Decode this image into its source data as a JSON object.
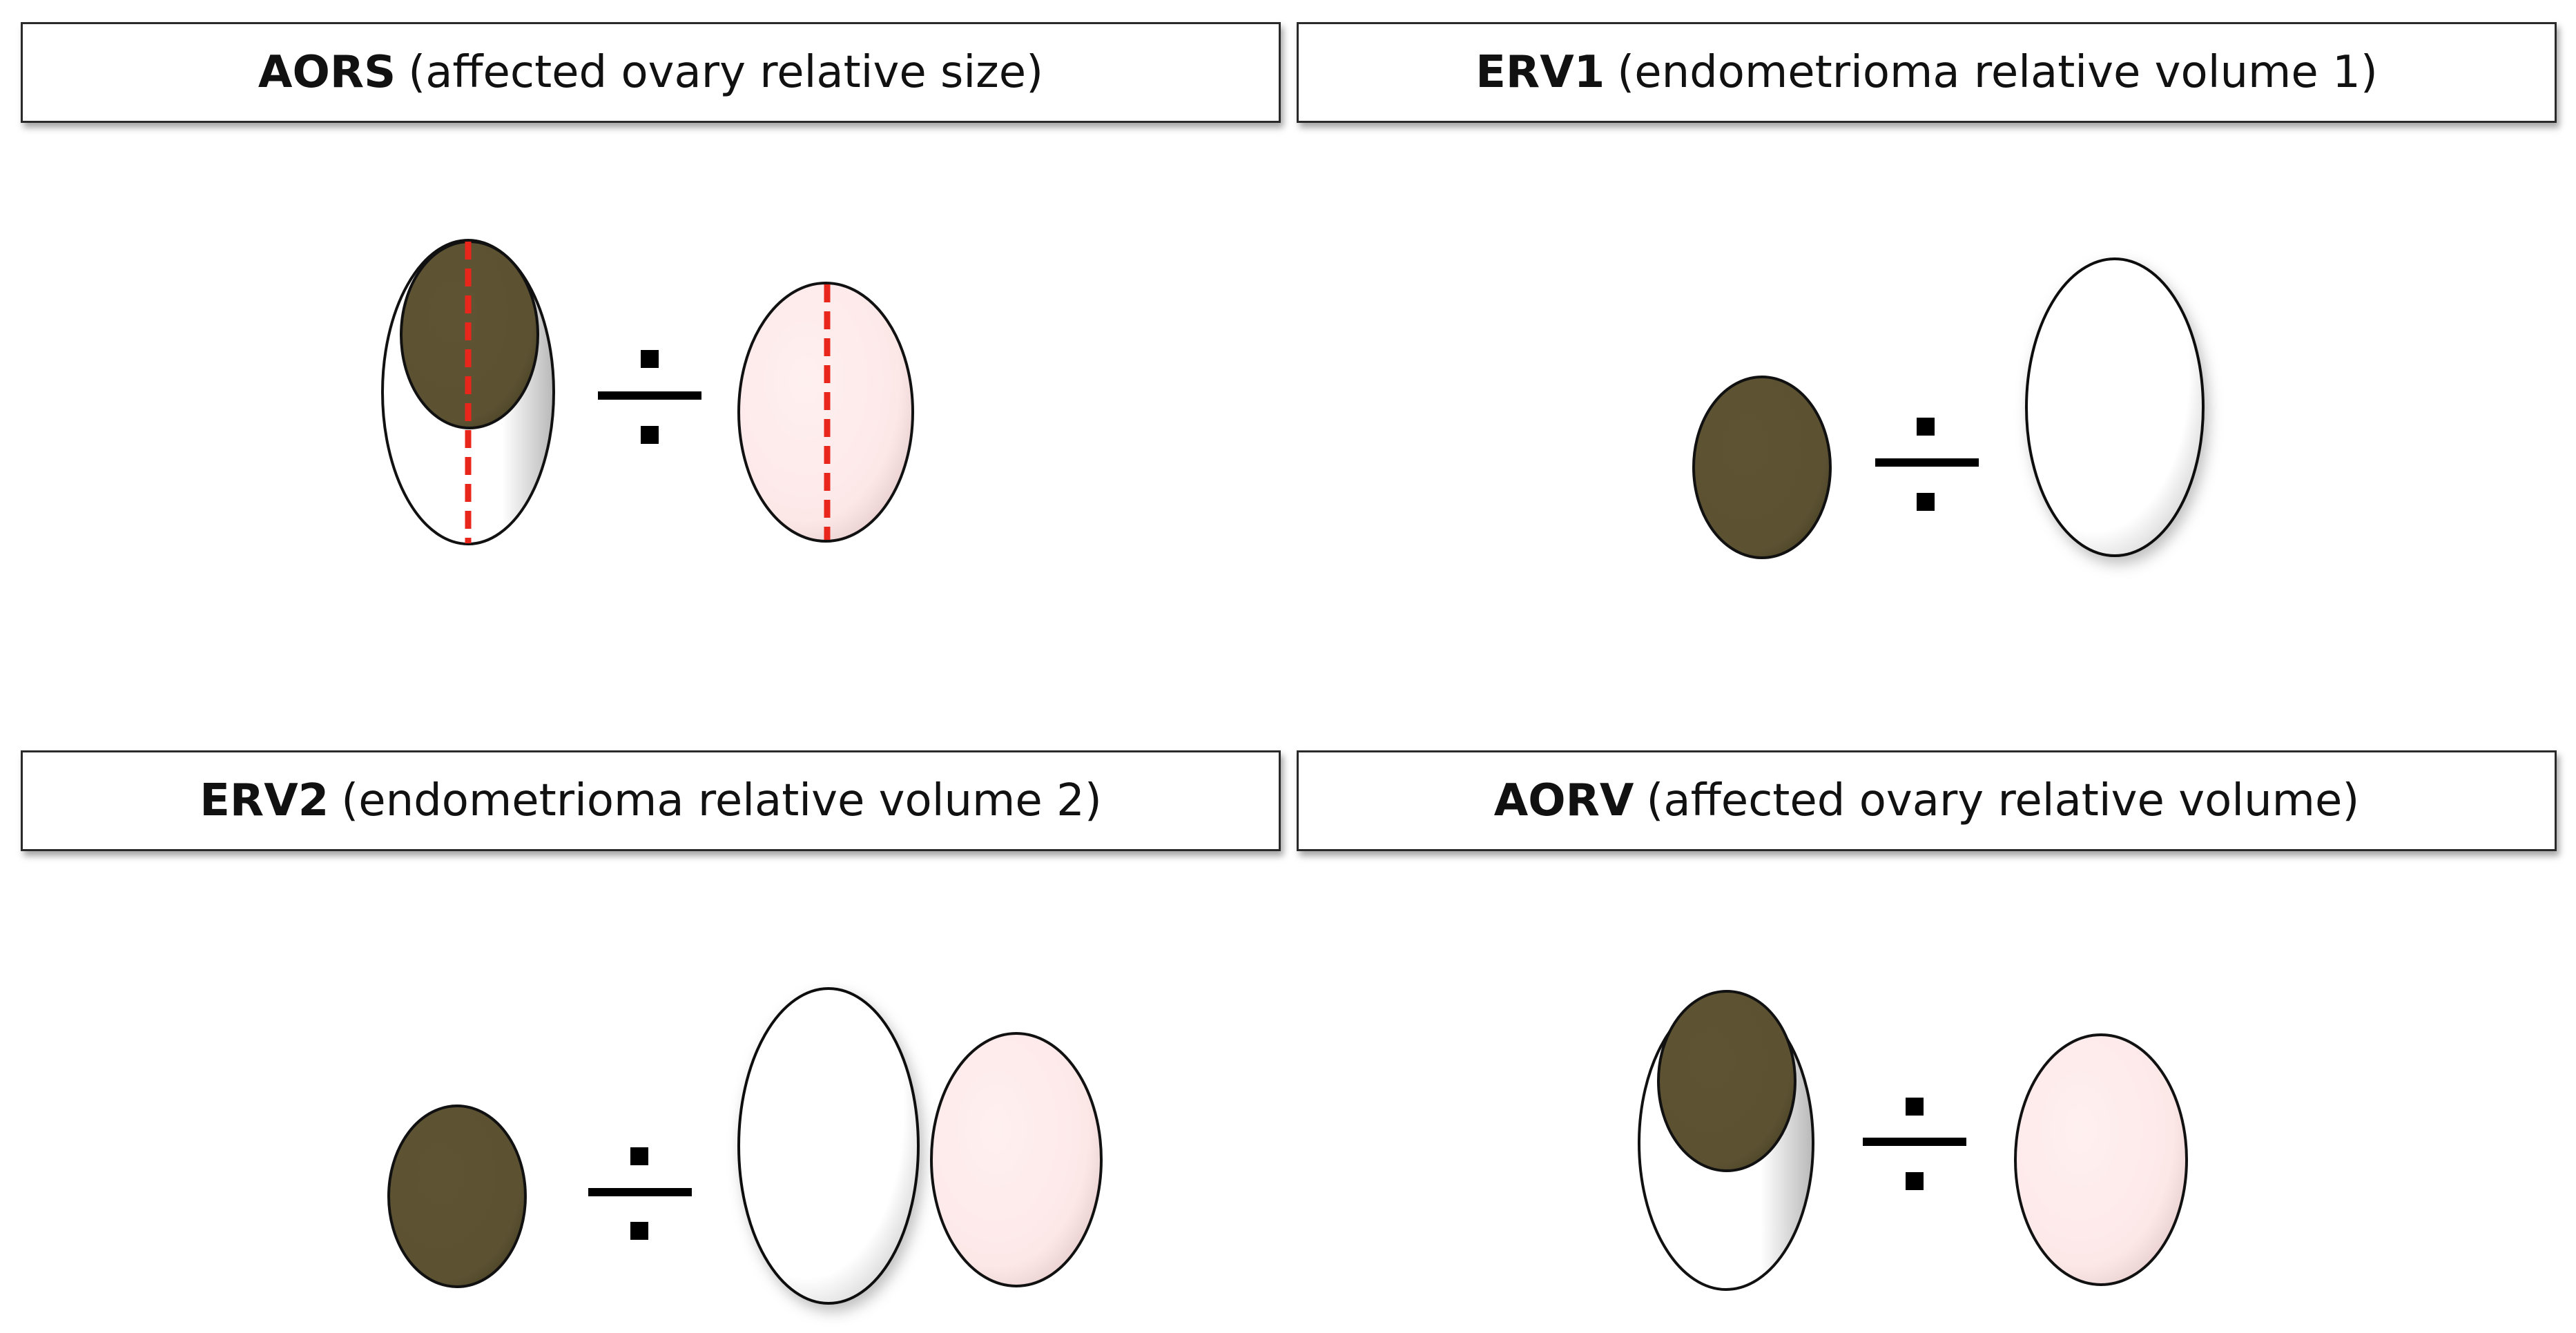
{
  "panels": [
    {
      "id": "aors",
      "abbr": "AORS",
      "description": "(affected ovary relative size)"
    },
    {
      "id": "erv1",
      "abbr": "ERV1",
      "description": "(endometrioma relative volume 1)"
    },
    {
      "id": "erv2",
      "abbr": "ERV2",
      "description": "(endometrioma relative volume 2)"
    },
    {
      "id": "aorv",
      "abbr": "AORV",
      "description": "(affected ovary relative volume)"
    }
  ],
  "colors": {
    "endometrioma": "#5e5434",
    "affected_ovary": "#ffffff",
    "contralateral_ovary": "#fde8e8",
    "diameter_line": "#e8261b",
    "outline": "#111111"
  },
  "operator": "÷",
  "icons": [
    "division-sign-icon",
    "endometrioma-icon",
    "ovary-icon",
    "diameter-line-icon"
  ]
}
